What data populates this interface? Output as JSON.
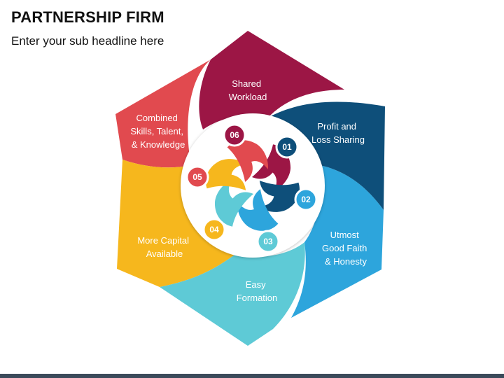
{
  "header": {
    "title": "PARTNERSHIP FIRM",
    "subtitle": "Enter your sub headline here"
  },
  "segments": [
    {
      "number": "01",
      "label_lines": [
        "Profit and",
        "Loss Sharing"
      ],
      "color": "#0e4f7a"
    },
    {
      "number": "02",
      "label_lines": [
        "Utmost",
        "Good Faith",
        "& Honesty"
      ],
      "color": "#2da5dc"
    },
    {
      "number": "03",
      "label_lines": [
        "Easy",
        "Formation"
      ],
      "color": "#5ecad6"
    },
    {
      "number": "04",
      "label_lines": [
        "More Capital",
        "Available"
      ],
      "color": "#f6b71d"
    },
    {
      "number": "05",
      "label_lines": [
        "Combined",
        "Skills, Talent,",
        "& Knowledge"
      ],
      "color": "#e14a4f"
    },
    {
      "number": "06",
      "label_lines": [
        "Shared",
        "Workload"
      ],
      "color": "#9c1645"
    }
  ],
  "colors": {
    "badge_ring": "#ffffff",
    "footer": "#3b4a5a"
  }
}
